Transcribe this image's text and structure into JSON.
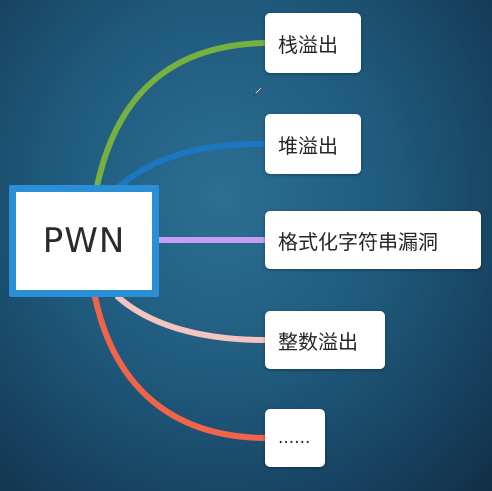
{
  "diagram": {
    "root": {
      "label": "PWN"
    },
    "branches": [
      {
        "label": "栈溢出",
        "color": "#76b140"
      },
      {
        "label": "堆溢出",
        "color": "#1b78c0"
      },
      {
        "label": "格式化字符串漏洞",
        "color": "#c89cf2"
      },
      {
        "label": "整数溢出",
        "color": "#f3c4c0"
      },
      {
        "label": "......",
        "color": "#f2644a"
      }
    ]
  },
  "colors": {
    "root_border": "#2a8fd6",
    "background": "#1f5a7d"
  },
  "icons": {
    "cursor": "pen-cursor-icon"
  }
}
